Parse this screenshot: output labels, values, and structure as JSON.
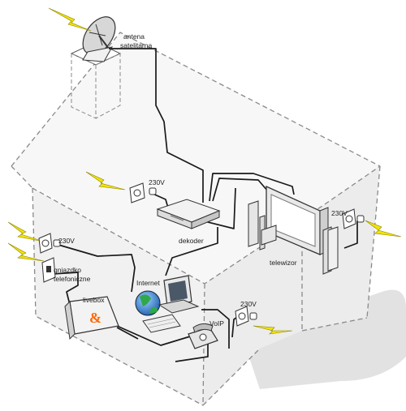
{
  "labels": {
    "antenna_line1": "antena",
    "antenna_line2": "satelitarna",
    "outlet_top": "230V",
    "decoder": "dekoder",
    "outlet_right": "230V",
    "tv": "telewizor",
    "outlet_left": "230V",
    "phone_jack_line1": "gniazdko",
    "phone_jack_line2": "telefoniczne",
    "livebox": "livebox",
    "internet": "Internet",
    "outlet_bottom": "230V",
    "voip": "VoIP"
  },
  "colors": {
    "wall_dash": "#8a8a8a",
    "cable": "#1a1a1a",
    "lightning": "#f2e300",
    "shadow": "#d8d8d8",
    "livebox_logo": "#ff6600"
  },
  "icons": [
    "satellite-dish-icon",
    "power-outlet-icon",
    "phone-jack-icon",
    "globe-icon",
    "computer-icon",
    "telephone-icon",
    "lightning-icon"
  ]
}
